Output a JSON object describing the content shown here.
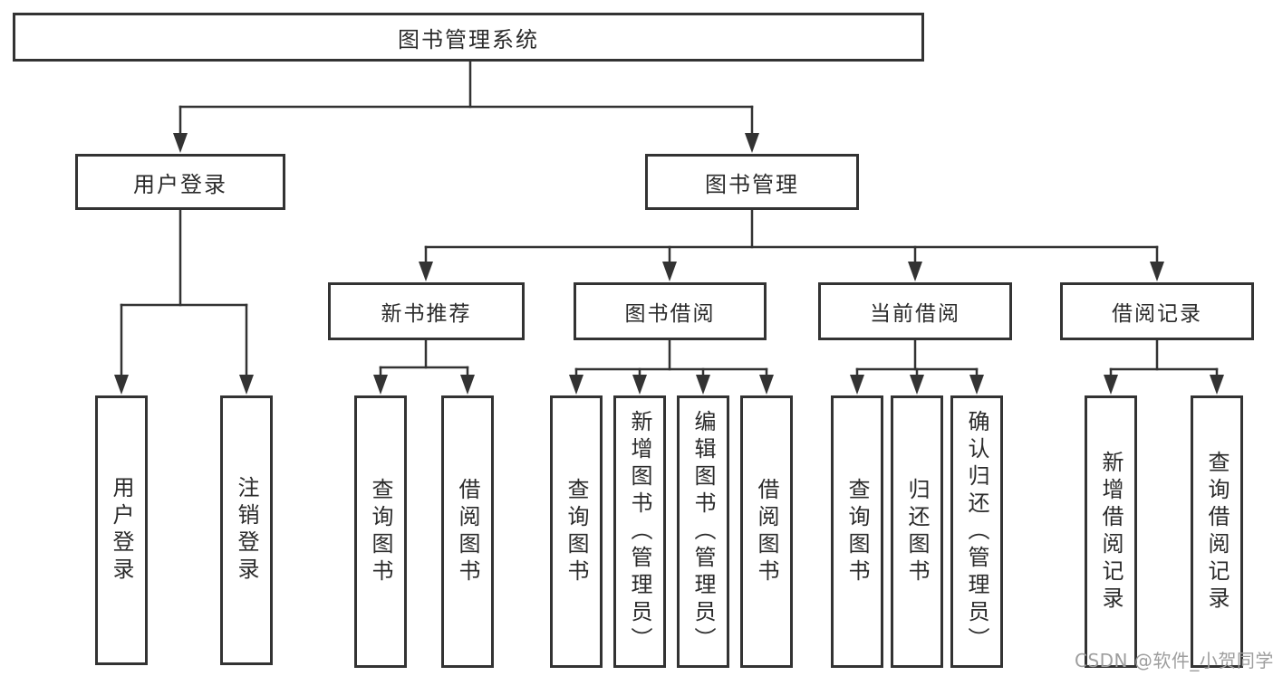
{
  "diagram": {
    "type": "tree",
    "title": "图书管理系统",
    "structure": {
      "root": "图书管理系统",
      "children": [
        {
          "label": "用户登录",
          "children": [
            "用户登录",
            "注销登录"
          ]
        },
        {
          "label": "图书管理",
          "children": [
            {
              "label": "新书推荐",
              "children": [
                "查询图书",
                "借阅图书"
              ]
            },
            {
              "label": "图书借阅",
              "children": [
                "查询图书",
                "新增图书（管理员）",
                "编辑图书（管理员）",
                "借阅图书"
              ]
            },
            {
              "label": "当前借阅",
              "children": [
                "查询图书",
                "归还图书",
                "确认归还（管理员）"
              ]
            },
            {
              "label": "借阅记录",
              "children": [
                "新增借阅记录",
                "查询借阅记录"
              ]
            }
          ]
        }
      ]
    }
  },
  "nodes": {
    "root": {
      "label": "图书管理系统"
    },
    "user_login": {
      "label": "用户登录"
    },
    "book_mgmt": {
      "label": "图书管理"
    },
    "leaf_user_login": {
      "label": "用户登录"
    },
    "leaf_logout": {
      "label": "注销登录"
    },
    "new_book_rec": {
      "label": "新书推荐"
    },
    "book_borrow": {
      "label": "图书借阅"
    },
    "current_borrow": {
      "label": "当前借阅"
    },
    "borrow_records": {
      "label": "借阅记录"
    },
    "nb_query_books": {
      "label": "查询图书"
    },
    "nb_borrow_books": {
      "label": "借阅图书"
    },
    "bb_query_books": {
      "label": "查询图书"
    },
    "bb_add_books": {
      "label": "新增图书（管理员）"
    },
    "bb_edit_books": {
      "label": "编辑图书（管理员）"
    },
    "bb_borrow_books": {
      "label": "借阅图书"
    },
    "cb_query_books": {
      "label": "查询图书"
    },
    "cb_return_books": {
      "label": "归还图书"
    },
    "cb_confirm_ret": {
      "label": "确认归还（管理员）"
    },
    "br_add_record": {
      "label": "新增借阅记录"
    },
    "br_query_record": {
      "label": "查询借阅记录"
    }
  },
  "watermark": {
    "text": "CSDN @软件_小贺同学",
    "color": "#9e9e9e"
  },
  "colors": {
    "line": "#333333",
    "box_border": "#333333",
    "box_fill": "#ffffff",
    "text": "#2b2b2b"
  }
}
